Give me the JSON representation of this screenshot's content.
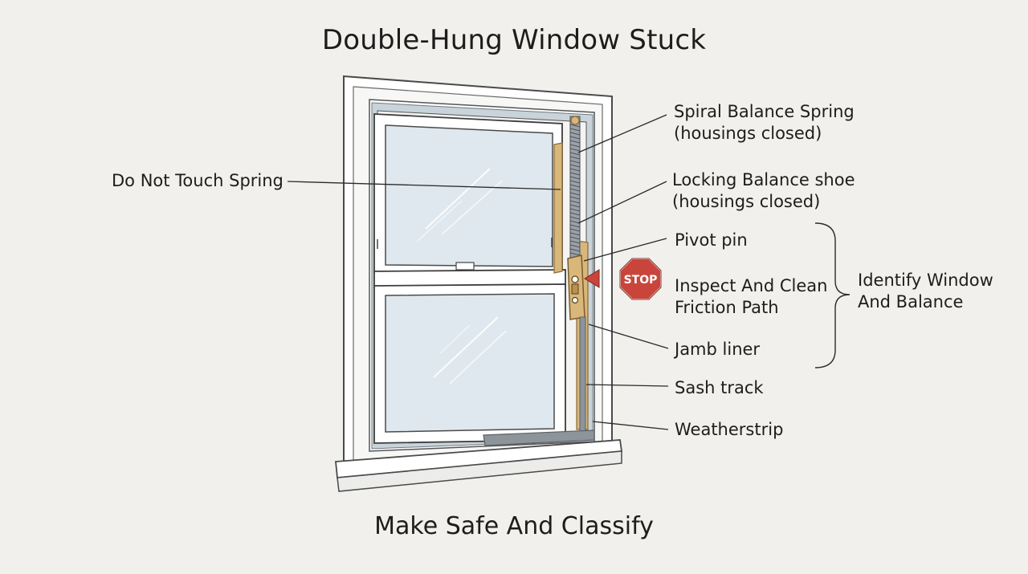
{
  "title": "Double-Hung Window Stuck",
  "footer": "Make Safe And Classify",
  "stop_sign_text": "STOP",
  "labels": {
    "do_not_touch": "Do Not Touch Spring",
    "spiral_line1": "Spiral Balance Spring",
    "spiral_line2": "(housings closed)",
    "locking_line1": "Locking Balance shoe",
    "locking_line2": "(housings closed)",
    "pivot": "Pivot pin",
    "inspect_line1": "Inspect And Clean",
    "inspect_line2": "Friction Path",
    "jamb": "Jamb liner",
    "sash_track": "Sash track",
    "weatherstrip": "Weatherstrip",
    "group_line1": "Identify Window",
    "group_line2": "And Balance"
  },
  "colors": {
    "background": "#f1f0ec",
    "frame": "#ffffff",
    "frame_stroke": "#4a4a4a",
    "glass": "#dfe8ee",
    "jamb_wood": "#d9b77a",
    "spring": "#8c949b",
    "stop_red": "#c9453b"
  }
}
